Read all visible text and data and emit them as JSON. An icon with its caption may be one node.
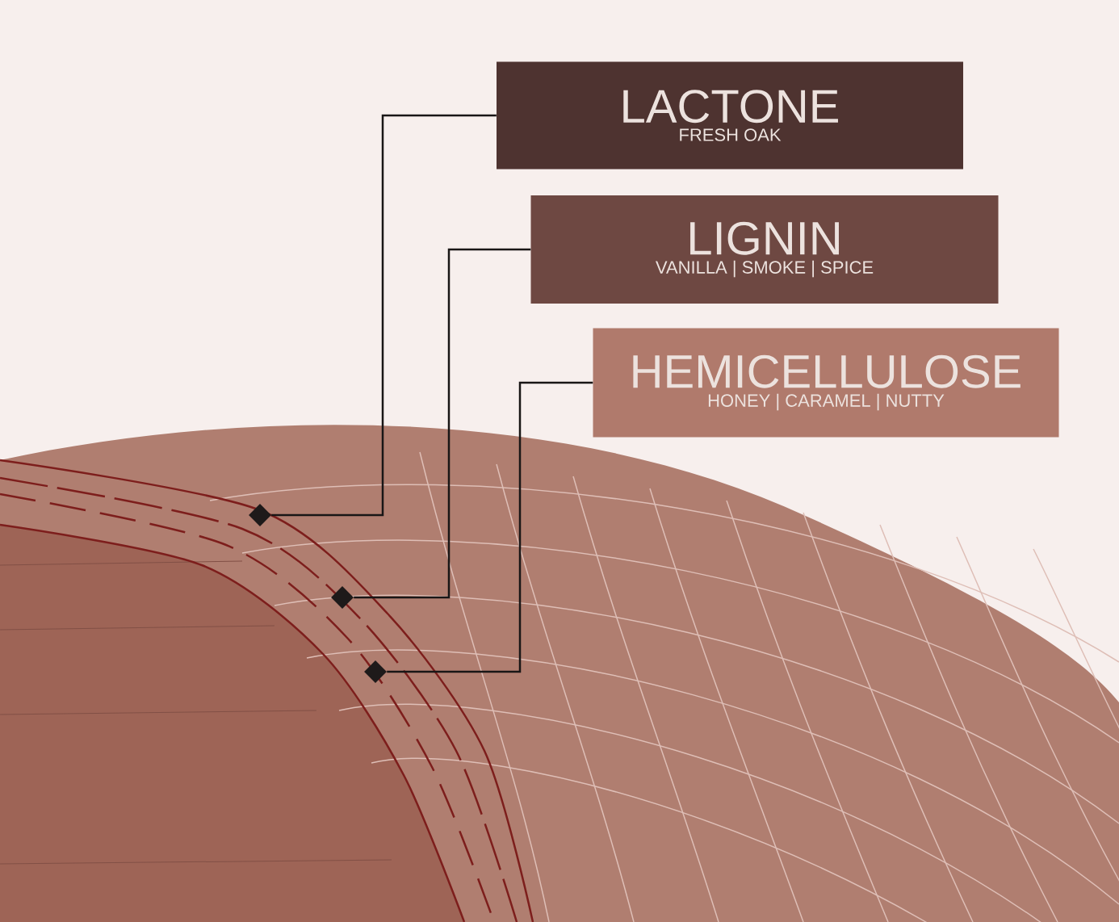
{
  "diagram": {
    "nodes": [
      {
        "text": [
          "LACTONE",
          "FRESH OAK"
        ]
      },
      {
        "text": [
          "LIGNIN",
          "VANILLA | SMOKE | SPICE"
        ]
      },
      {
        "text": [
          "HEMICELLULOSE",
          "HONEY | CARAMEL | NUTTY"
        ]
      },
      {
        "text": [],
        "shape": "diamond"
      },
      {
        "text": [],
        "shape": "diamond"
      },
      {
        "text": [],
        "shape": "diamond"
      }
    ],
    "edges": [
      {
        "from": 0,
        "to": 3,
        "arrow": "none"
      },
      {
        "from": 1,
        "to": 4,
        "arrow": "none"
      },
      {
        "from": 2,
        "to": 5,
        "arrow": "none"
      }
    ]
  }
}
